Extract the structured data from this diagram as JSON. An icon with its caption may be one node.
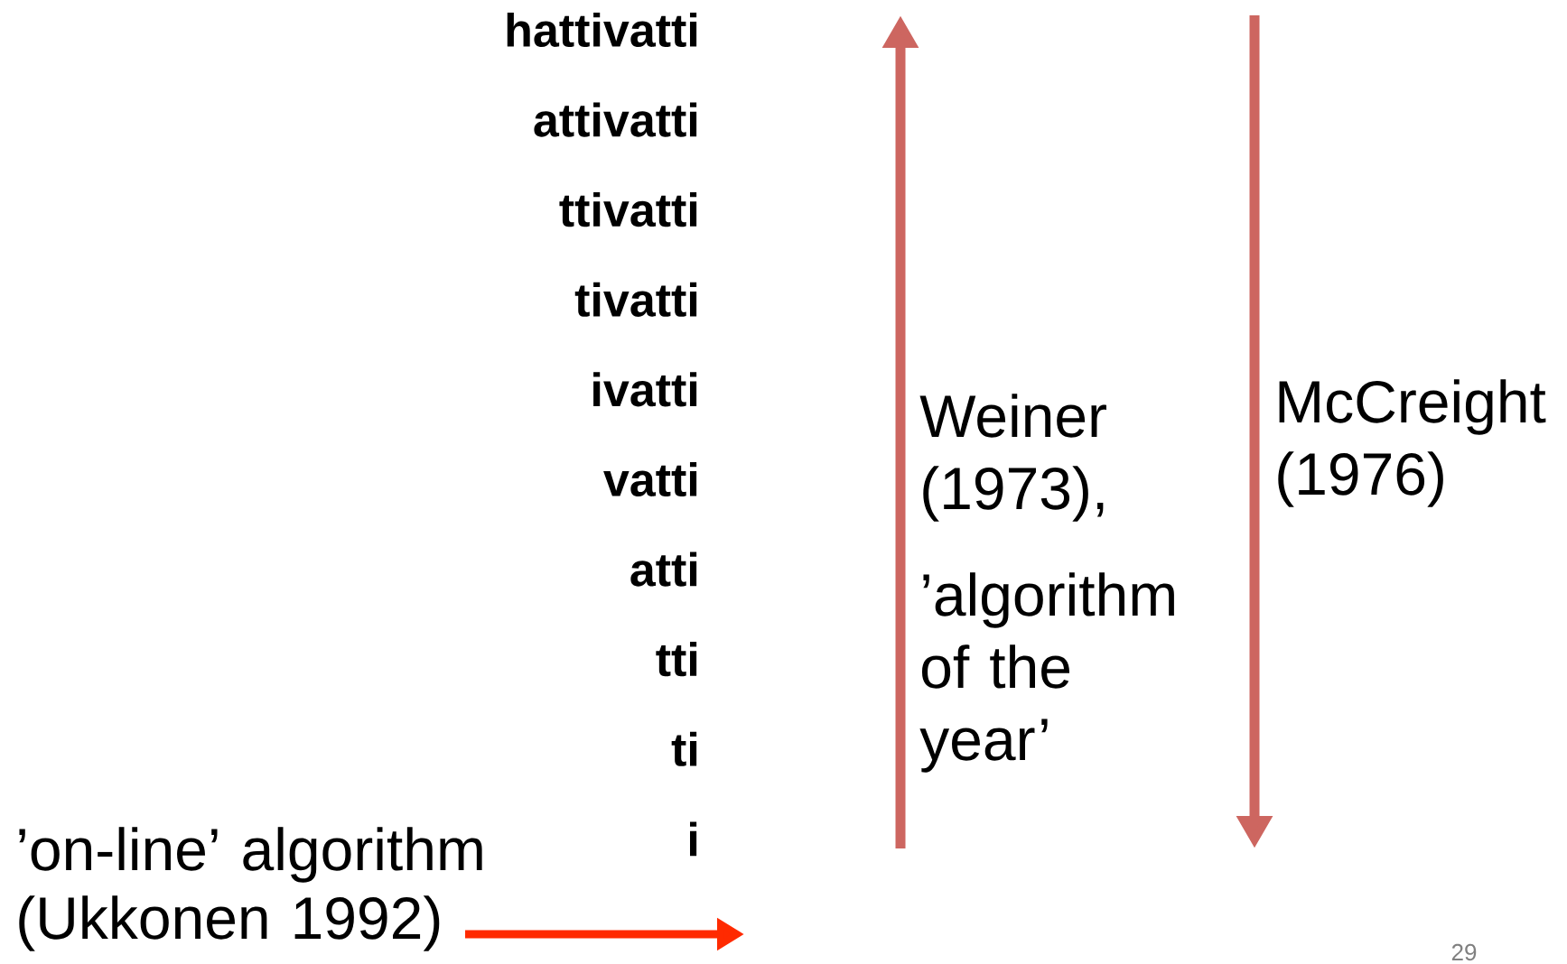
{
  "diagram": {
    "labels": [
      "hattivatti",
      "attivatti",
      "ttivatti",
      "tivatti",
      "ivatti",
      "vatti",
      "atti",
      "tti",
      "ti",
      "i",
      "Weiner (1973),",
      "’algorithm of the year’",
      "McCreight (1976)",
      "’on-line’ algorithm (Ukkonen 1992)",
      "29"
    ]
  }
}
